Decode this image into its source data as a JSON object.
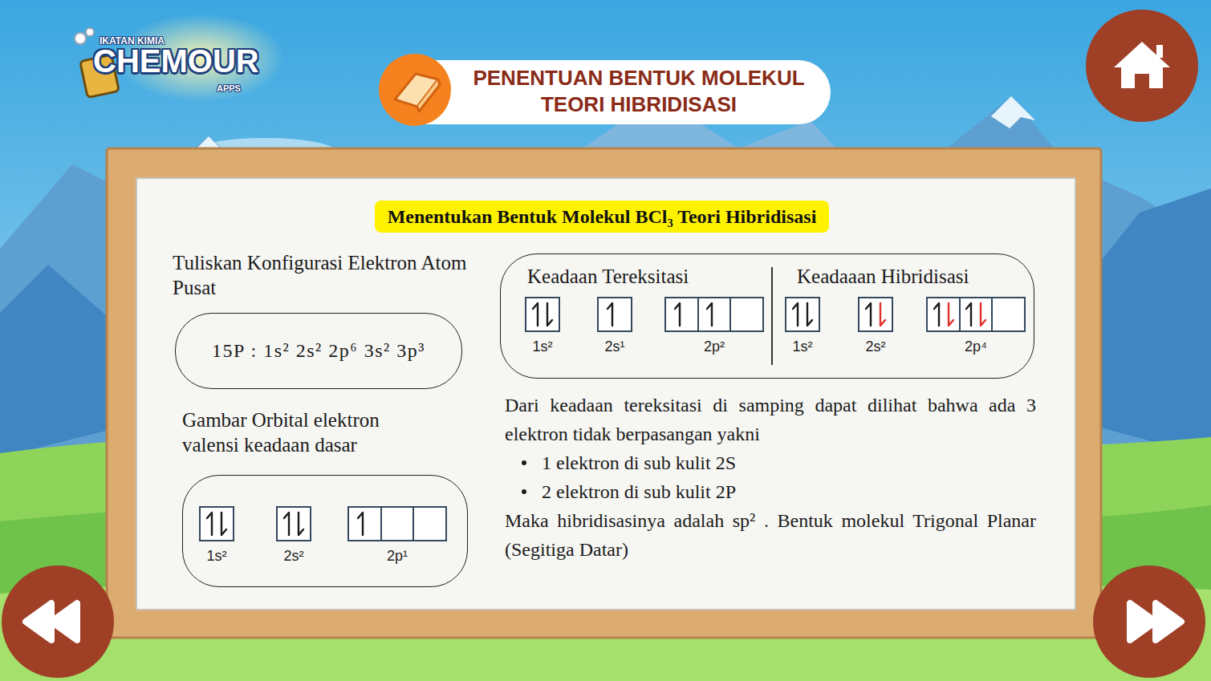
{
  "diagram": {
    "title": "PENENTUAN BENTUK MOLEKUL TEORI HIBRIDISASI",
    "nodes": [
      {
        "text": [
          "Menentukan Bentuk Molekul BCl₃ Teori Hibridisasi"
        ]
      },
      {
        "text": [
          "Tuliskan Konfigurasi Elektron Atom Pusat",
          "15P : 1s² 2s² 2p⁶ 3s² 3p³"
        ]
      },
      {
        "text": [
          "Keadaan Tereksitasi",
          "Keadaaan Hibridisasi"
        ]
      },
      {
        "text": [
          "1s²"
        ],
        "in": 2
      },
      {
        "text": [
          "2s¹"
        ],
        "in": 2
      },
      {
        "text": [
          "2p²"
        ],
        "in": 2
      },
      {
        "text": [
          "1s²"
        ],
        "in": 2
      },
      {
        "text": [
          "2s²"
        ],
        "in": 2
      },
      {
        "text": [
          "2p⁴"
        ],
        "in": 2
      },
      {
        "text": [
          "Gambar Orbital elektron valensi keadaan dasar"
        ]
      },
      {
        "text": [
          "1s²"
        ],
        "in": 9
      },
      {
        "text": [
          "2s²"
        ],
        "in": 9
      },
      {
        "text": [
          "2p¹"
        ],
        "in": 9
      }
    ],
    "labels": [
      "IKATAN KIMIA",
      "CHEMOUR",
      "APPS",
      "Dari keadaan tereksitasi di samping dapat dilihat bahwa ada 3 elektron tidak berpasangan yakni",
      "1 elektron di sub kulit 2S",
      "2 elektron di sub kulit 2P",
      "Maka hibridisasinya adalah sp² . Bentuk molekul Trigonal Planar (Segitiga Datar)"
    ]
  }
}
